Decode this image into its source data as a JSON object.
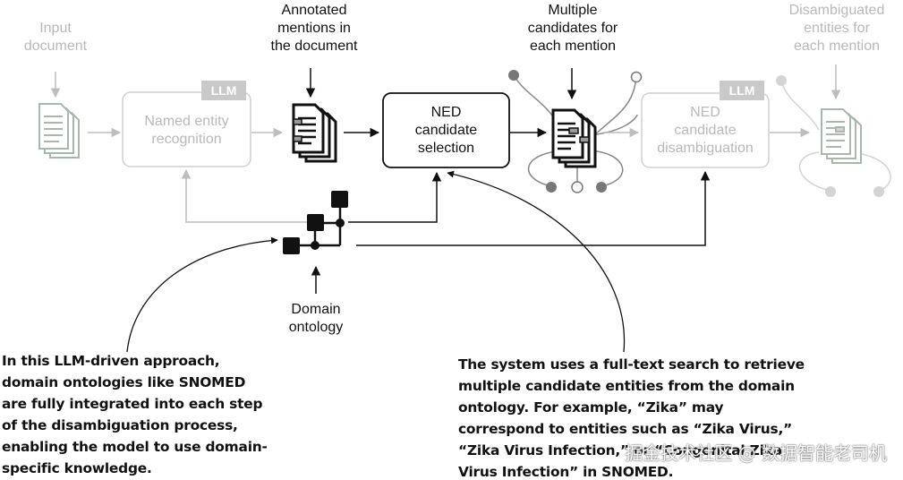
{
  "steps": {
    "input": "Input\ndocument",
    "annotated": "Annotated\nmentions in\nthe document",
    "candidates": "Multiple\ncandidates for\neach mention",
    "disambiguated": "Disambiguated\nentities for\neach mention"
  },
  "boxes": {
    "ner": "Named entity\nrecognition",
    "ned_selection": "NED\ncandidate\nselection",
    "ned_disambiguation": "NED\ncandidate\ndisambiguation"
  },
  "badges": {
    "ner": "LLM",
    "disambiguation": "LLM"
  },
  "ontology": "Domain\nontology",
  "notes": {
    "left": "In this LLM-driven approach,\ndomain ontologies like SNOMED\nare fully integrated into each step\nof the disambiguation process,\nenabling the model to use domain-\nspecific knowledge.",
    "right": "The system uses a full-text search to retrieve\nmultiple candidate entities from the domain\nontology. For example, “Zika” may\ncorrespond to entities such as “Zika Virus,”\n“Zika Virus Infection,” or “Congenital Zika\nVirus Infection” in SNOMED."
  },
  "watermark": "掘金技术社区 @ 数据智能老司机",
  "colors": {
    "active": "#111111",
    "inactive": "#c4c4c4",
    "doc_gray": "#a8b8ae"
  }
}
